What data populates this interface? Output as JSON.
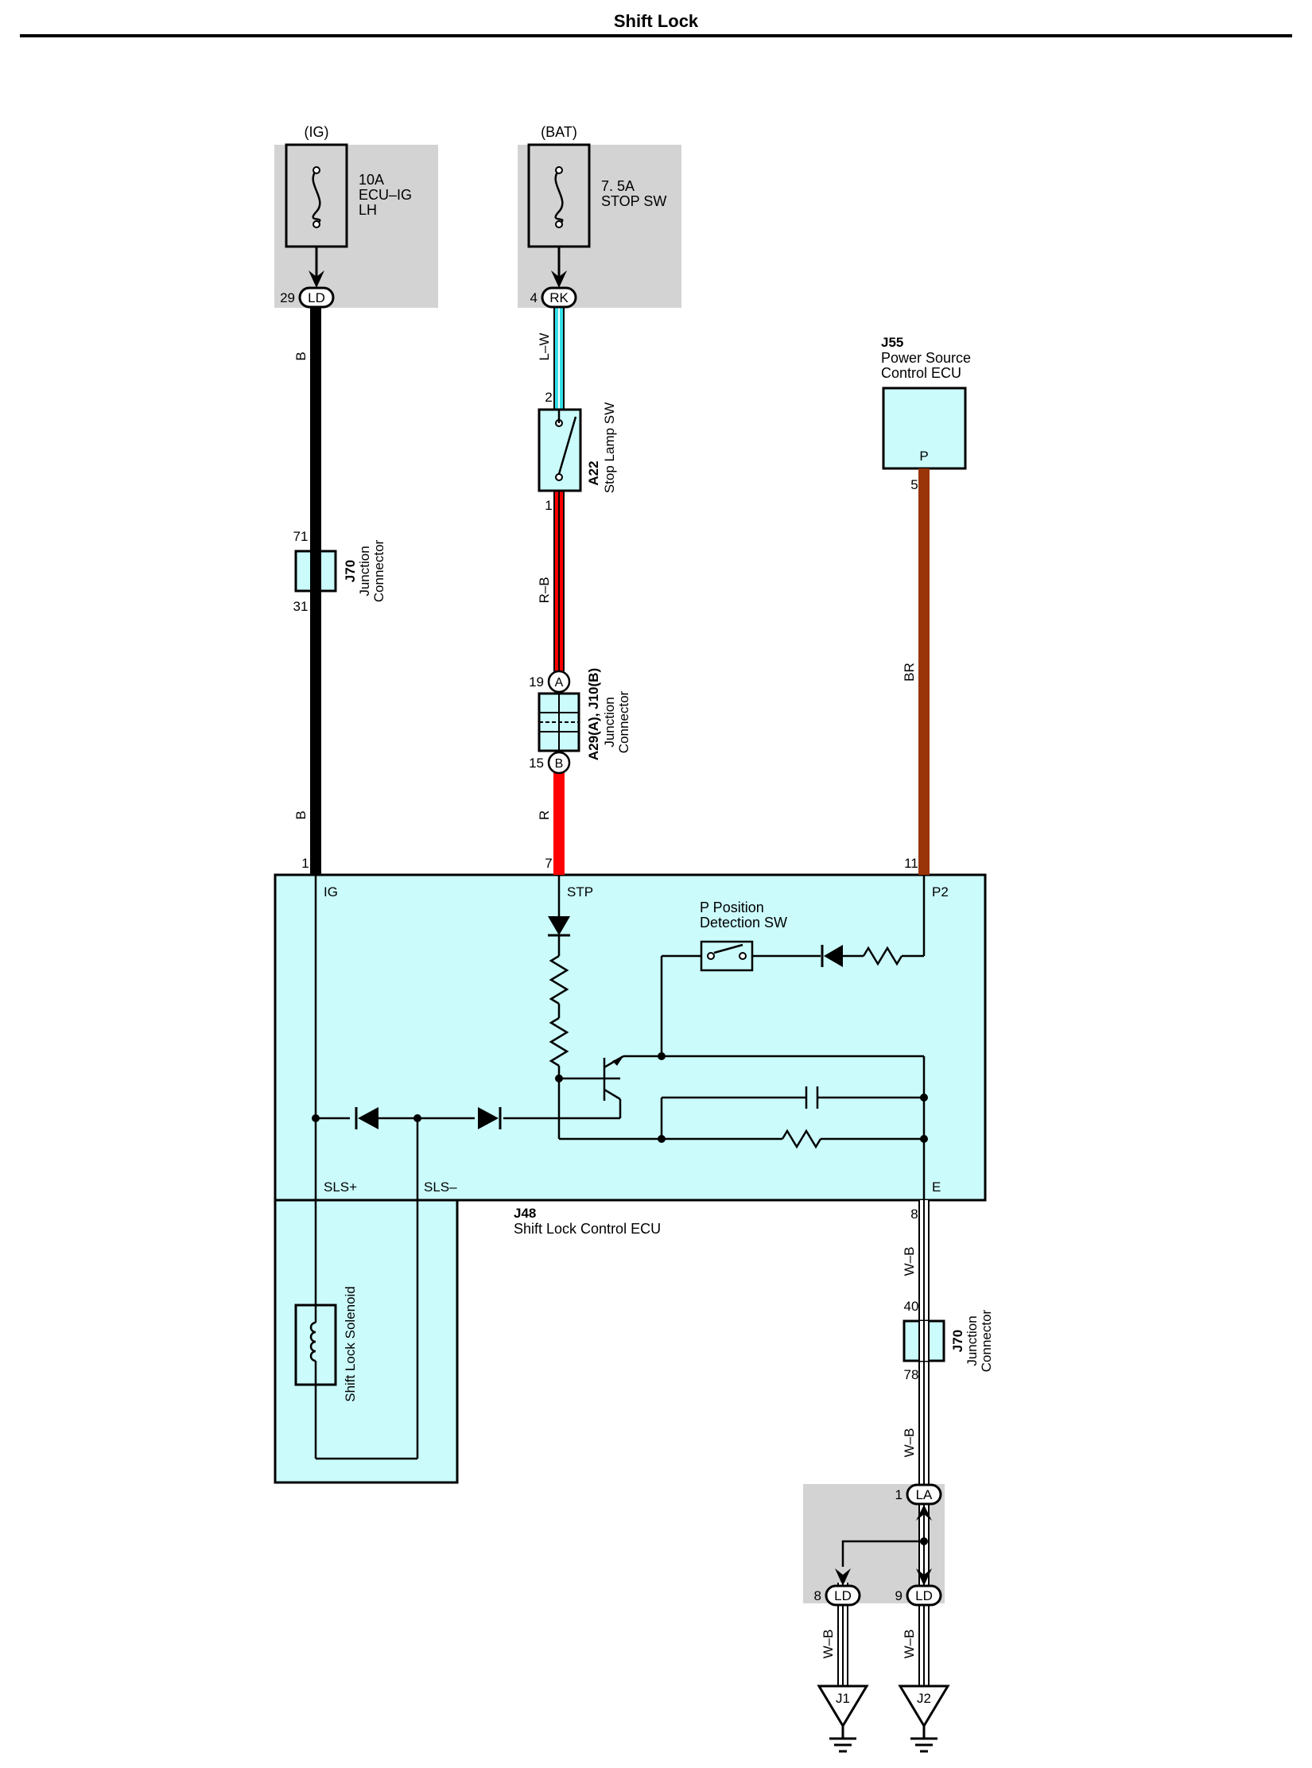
{
  "title": "Shift Lock",
  "colors": {
    "background": "#ffffff",
    "shade": "#d3d3d3",
    "component_fill": "#cbfbfb",
    "wire_black": "#000000",
    "wire_light_blue": "#35e0e8",
    "wire_red": "#ff0000",
    "wire_brown": "#9a3409",
    "wire_white": "#ffffff"
  },
  "fuses": {
    "ig_source": "(IG)",
    "ig_fuse_line1": "10A",
    "ig_fuse_line2": "ECU–IG",
    "ig_fuse_line3": "LH",
    "ig_connector_pin": "29",
    "ig_connector": "LD",
    "bat_source": "(BAT)",
    "bat_fuse_line1": "7. 5A",
    "bat_fuse_line2": "STOP SW",
    "bat_connector_pin": "4",
    "bat_connector": "RK"
  },
  "wires": {
    "b_upper": "B",
    "b_lower": "B",
    "l_w": "L–W",
    "r_b": "R–B",
    "r": "R",
    "br": "BR",
    "w_b_1": "W–B",
    "w_b_2": "W–B",
    "w_b_3": "W–B",
    "w_b_4": "W–B"
  },
  "j70_top": {
    "code": "J70",
    "name_line1": "Junction",
    "name_line2": "Connector",
    "pin_top": "71",
    "pin_bottom": "31"
  },
  "stop_lamp_sw": {
    "code": "A22",
    "name": "Stop Lamp SW",
    "pin_top": "2",
    "pin_bottom": "1"
  },
  "junction_a29": {
    "code": "A29(A), J10(B)",
    "name_line1": "Junction",
    "name_line2": "Connector",
    "pin_a": "19",
    "letter_a": "A",
    "pin_b": "15",
    "letter_b": "B"
  },
  "power_ecu": {
    "code": "J55",
    "name_line1": "Power Source",
    "name_line2": "Control ECU",
    "terminal": "P",
    "pin": "5"
  },
  "shift_ecu": {
    "code": "J48",
    "name": "Shift Lock Control ECU",
    "pin_ig": "1",
    "term_ig": "IG",
    "pin_stp": "7",
    "term_stp": "STP",
    "pin_p2": "11",
    "term_p2": "P2",
    "term_sls_plus": "SLS+",
    "term_sls_minus": "SLS–",
    "term_e": "E",
    "pin_e": "8",
    "p_switch_line1": "P Position",
    "p_switch_line2": "Detection SW"
  },
  "solenoid": {
    "name": "Shift Lock Solenoid"
  },
  "j70_bottom": {
    "code": "J70",
    "name_line1": "Junction",
    "name_line2": "Connector",
    "pin_top": "40",
    "pin_bottom": "78"
  },
  "ground_block": {
    "la_pin": "1",
    "la": "LA",
    "ld8_pin": "8",
    "ld8": "LD",
    "ld9_pin": "9",
    "ld9": "LD",
    "ground1": "J1",
    "ground2": "J2"
  }
}
